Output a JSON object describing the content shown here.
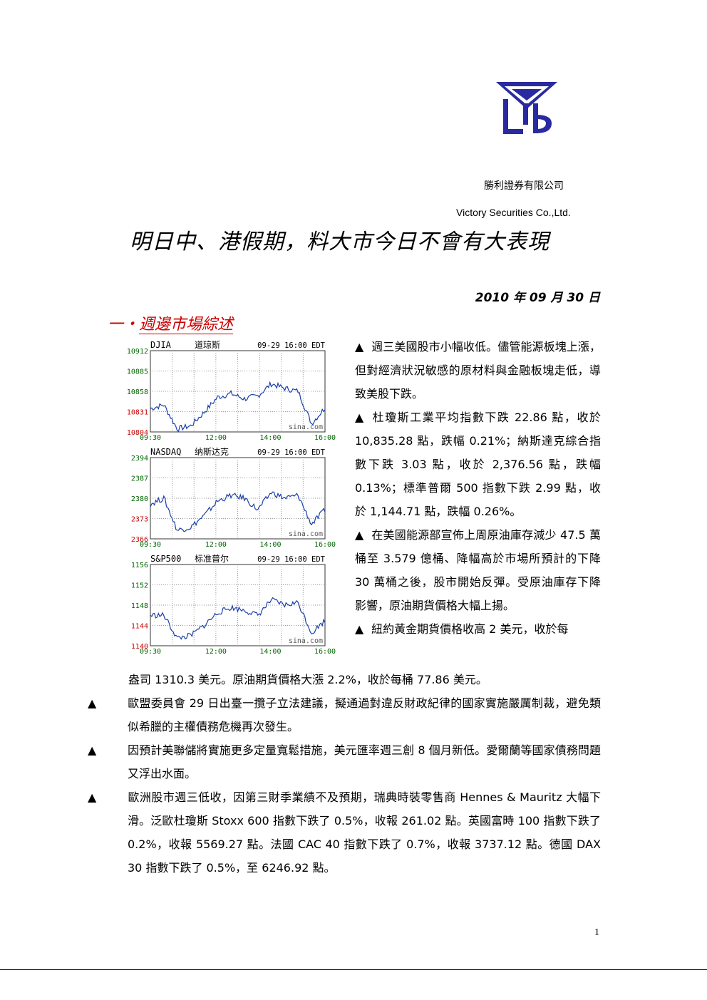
{
  "header": {
    "company_cn": "勝利證券有限公司",
    "company_en": "Victory Securities Co.,Ltd.",
    "logo_color": "#2a2aa0"
  },
  "title": "明日中、港假期，料大市今日不會有大表現",
  "date": "2010 年 09 月 30 日",
  "section": {
    "number": "一・",
    "heading": "週邊市場綜述"
  },
  "charts": [
    {
      "name": "DJIA",
      "cn": "道琼斯",
      "stamp": "09-29 16:00 EDT",
      "yticks": [
        "10912",
        "10885",
        "10858",
        "10831",
        "10804"
      ],
      "xticks": [
        "09:30",
        "12:00",
        "14:00",
        "16:00"
      ],
      "watermark": "sina.com"
    },
    {
      "name": "NASDAQ",
      "cn": "纳斯达克",
      "stamp": "09-29 16:00 EDT",
      "yticks": [
        "2394",
        "2387",
        "2380",
        "2373",
        "2366"
      ],
      "xticks": [
        "09:30",
        "12:00",
        "14:00",
        "16:00"
      ],
      "watermark": "sina.com"
    },
    {
      "name": "S&P500",
      "cn": "标准普尔",
      "stamp": "09-29 16:00 EDT",
      "yticks": [
        "1156",
        "1152",
        "1148",
        "1144",
        "1140"
      ],
      "xticks": [
        "09:30",
        "12:00",
        "14:00",
        "16:00"
      ],
      "watermark": "sina.com"
    }
  ],
  "chart_data": [
    {
      "type": "line",
      "title": "DJIA",
      "ylim": [
        10804,
        10912
      ],
      "x": [
        "09:30",
        "10:00",
        "10:30",
        "11:00",
        "11:30",
        "12:00",
        "12:30",
        "13:00",
        "13:30",
        "14:00",
        "14:30",
        "15:00",
        "15:30",
        "16:00"
      ],
      "values": [
        10835,
        10840,
        10808,
        10812,
        10830,
        10850,
        10855,
        10848,
        10852,
        10868,
        10862,
        10858,
        10815,
        10836
      ]
    },
    {
      "type": "line",
      "title": "NASDAQ",
      "ylim": [
        2366,
        2394
      ],
      "x": [
        "09:30",
        "10:00",
        "10:30",
        "11:00",
        "11:30",
        "12:00",
        "12:30",
        "13:00",
        "13:30",
        "14:00",
        "14:30",
        "15:00",
        "15:30",
        "16:00"
      ],
      "values": [
        2378,
        2380,
        2369,
        2370,
        2374,
        2379,
        2381,
        2380,
        2376,
        2382,
        2380,
        2381,
        2371,
        2376
      ]
    },
    {
      "type": "line",
      "title": "S&P500",
      "ylim": [
        1140,
        1156
      ],
      "x": [
        "09:30",
        "10:00",
        "10:30",
        "11:00",
        "11:30",
        "12:00",
        "12:30",
        "13:00",
        "13:30",
        "14:00",
        "14:30",
        "15:00",
        "15:30",
        "16:00"
      ],
      "values": [
        1146,
        1146,
        1141.5,
        1142,
        1144,
        1146.5,
        1147.5,
        1147,
        1146,
        1149,
        1148,
        1148.5,
        1142.5,
        1145
      ]
    }
  ],
  "bullets_right": [
    "週三美國股市小幅收低。儘管能源板塊上漲，但對經濟狀況敏感的原材料與金融板塊走低，導致美股下跌。",
    "杜瓊斯工業平均指數下跌 22.86 點，收於 10,835.28 點，跌幅 0.21%；納斯達克綜合指數下跌 3.03 點，收於 2,376.56 點，跌幅 0.13%；標準普爾 500 指數下跌 2.99 點，收於 1,144.71 點，跌幅 0.26%。",
    "在美國能源部宣佈上周原油庫存減少 47.5 萬桶至 3.579 億桶、降幅高於市場所預計的下降 30 萬桶之後，股市開始反彈。受原油庫存下降影響，原油期貨價格大幅上揚。",
    "紐約黃金期貨價格收高 2 美元，收於每"
  ],
  "continuation": "盎司 1310.3 美元。原油期貨價格大漲 2.2%，收於每桶 77.86 美元。",
  "bullets_full": [
    "歐盟委員會 29 日出臺一攬子立法建議，擬通過對違反財政紀律的國家實施嚴厲制裁，避免類似希臘的主權債務危機再次發生。",
    "因預計美聯儲將實施更多定量寬鬆措施，美元匯率週三創 8 個月新低。愛爾蘭等國家債務問題又浮出水面。",
    "歐洲股市週三低收，因第三財季業績不及預期，瑞典時裝零售商 Hennes & Mauritz 大幅下滑。泛歐杜瓊斯 Stoxx 600 指數下跌了 0.5%，收報 261.02 點。英國富時 100 指數下跌了 0.2%，收報 5569.27 點。法國 CAC 40 指數下跌了 0.7%，收報 3737.12 點。德國 DAX 30 指數下跌了 0.5%，至 6246.92 點。"
  ],
  "bullet_marker": "▲",
  "page_number": "1"
}
